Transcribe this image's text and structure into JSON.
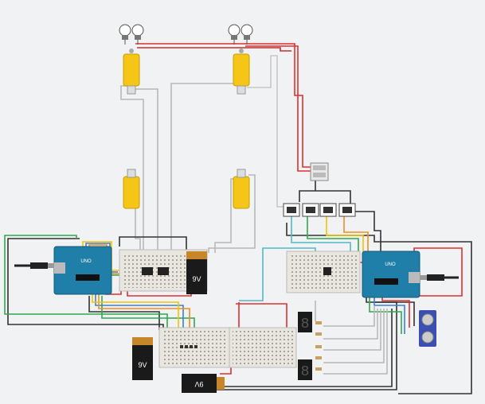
{
  "colors": {
    "background": "#f0f2f3",
    "arduino_board": "#1f7fa8",
    "breadboard": "#e9e6df",
    "battery_body": "#1a1a1a",
    "battery_cap": "#c8862a",
    "motor": "#f5c518",
    "wire_red": "#e03030",
    "wire_green": "#2fa84f",
    "wire_yellow": "#f2c200",
    "wire_blue": "#3a7fd5",
    "wire_orange": "#f08c1e",
    "wire_gray": "#b8b8b8",
    "wire_dark": "#333333",
    "wire_cyan": "#4fb8c8"
  },
  "components": {
    "battery_left_label": "9V",
    "battery_bottom_left_label": "9V",
    "battery_bottom_center_label": "9V",
    "arduino_left_label": "UNO",
    "arduino_right_label": "UNO"
  },
  "icons": {
    "bulb": "light-bulb-icon",
    "motor": "dc-motor-icon",
    "sensor": "ultrasonic-sensor-icon",
    "usb": "usb-cable-icon",
    "relay": "relay-icon",
    "seven_segment": "seven-segment-display-icon"
  }
}
